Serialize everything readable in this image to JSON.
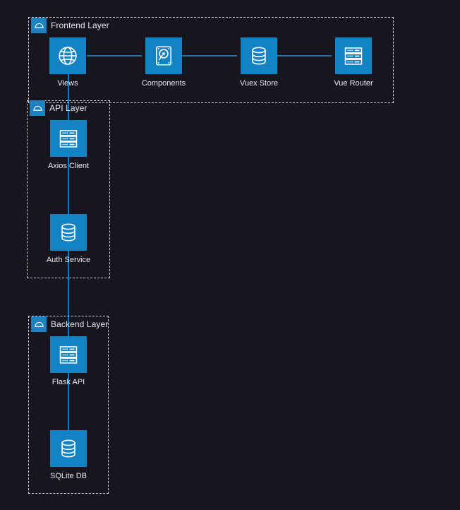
{
  "diagram": {
    "background_color": "#17161f",
    "node_color": "#1383c4",
    "edge_color": "#1278b8",
    "group_border_color": "#cfd2d8",
    "label_color": "#e9eaee",
    "layers": [
      {
        "id": "frontend",
        "title": "Frontend Layer",
        "badge_icon": "cloud-icon",
        "nodes": [
          {
            "id": "views",
            "label": "Views",
            "icon": "globe-icon"
          },
          {
            "id": "components",
            "label": "Components",
            "icon": "harddisk-icon"
          },
          {
            "id": "vuex",
            "label": "Vuex Store",
            "icon": "database-icon"
          },
          {
            "id": "vuerouter",
            "label": "Vue Router",
            "icon": "server-icon"
          }
        ]
      },
      {
        "id": "api",
        "title": "API Layer",
        "badge_icon": "cloud-icon",
        "nodes": [
          {
            "id": "axios",
            "label": "Axios Client",
            "icon": "server-icon"
          },
          {
            "id": "auth",
            "label": "Auth Service",
            "icon": "database-icon"
          }
        ]
      },
      {
        "id": "backend",
        "title": "Backend Layer",
        "badge_icon": "cloud-icon",
        "nodes": [
          {
            "id": "flask",
            "label": "Flask API",
            "icon": "server-icon"
          },
          {
            "id": "sqlite",
            "label": "SQLite DB",
            "icon": "database-icon"
          }
        ]
      }
    ],
    "connections": [
      {
        "from": "views",
        "to": "components"
      },
      {
        "from": "components",
        "to": "vuex"
      },
      {
        "from": "vuex",
        "to": "vuerouter"
      },
      {
        "from": "views",
        "to": "axios"
      },
      {
        "from": "axios",
        "to": "auth"
      },
      {
        "from": "auth",
        "to": "flask"
      },
      {
        "from": "flask",
        "to": "sqlite"
      }
    ]
  }
}
